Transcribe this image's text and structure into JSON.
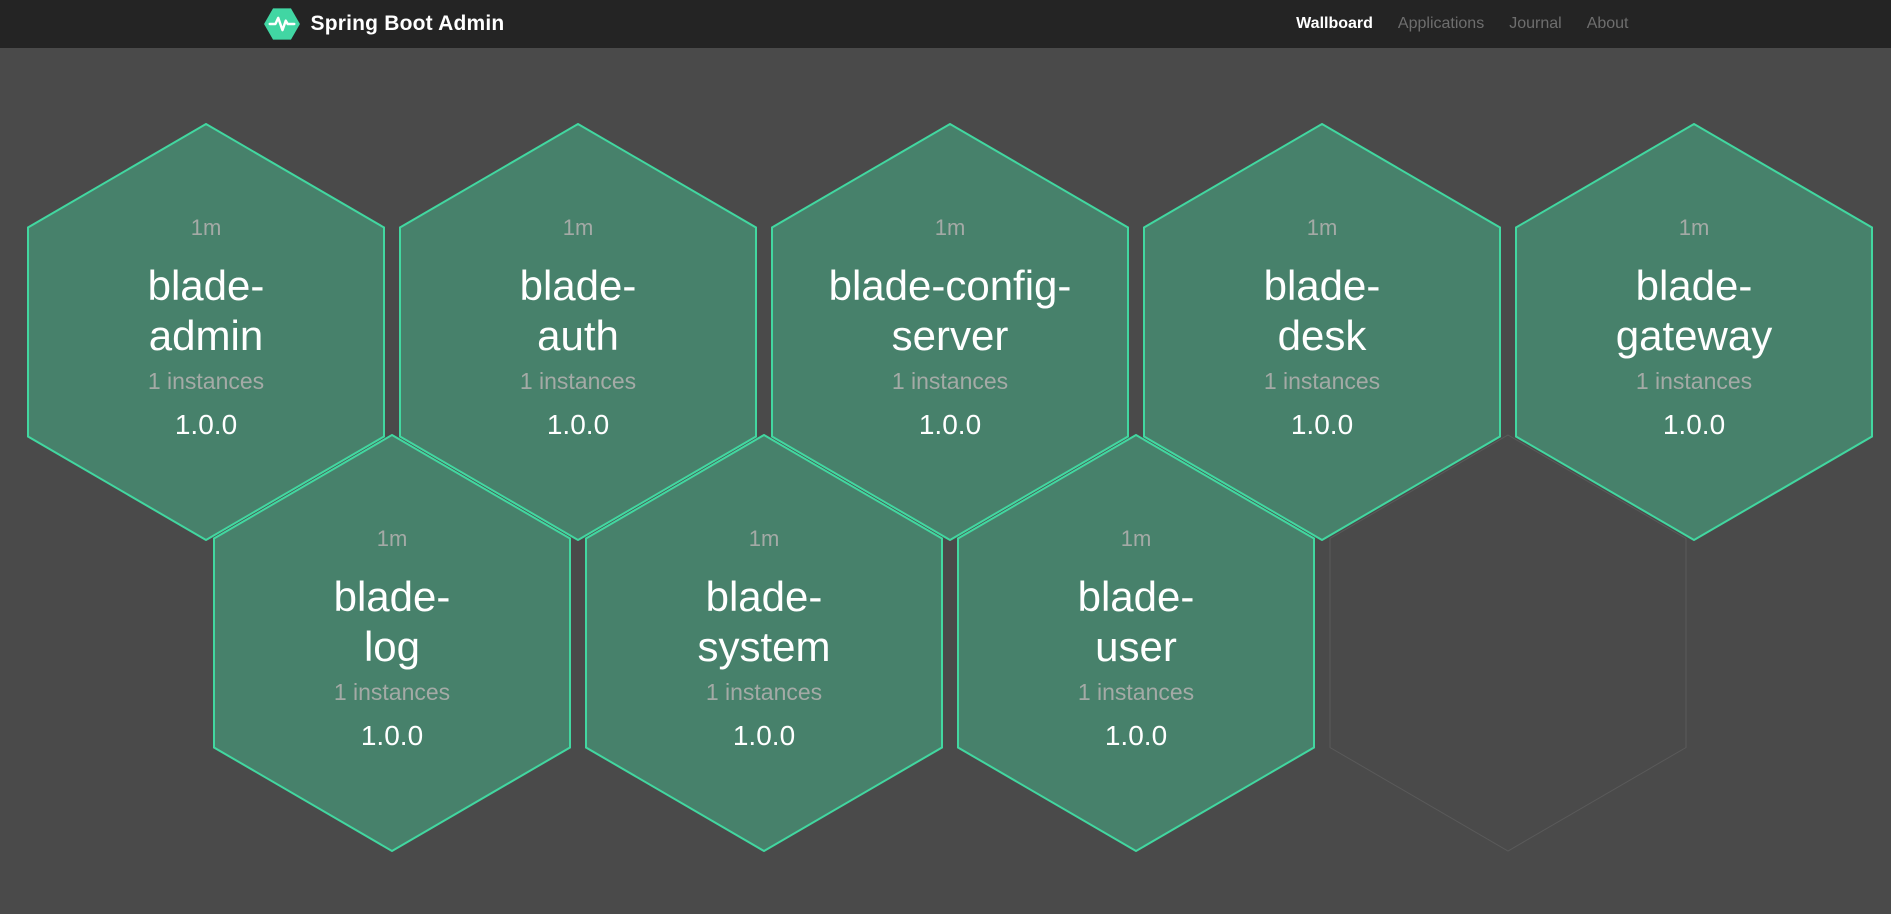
{
  "theme": {
    "page_bg": "#4a4a4a",
    "navbar_bg": "#242424",
    "brand_teal": "#41d6a3",
    "hex_fill": "#47816b",
    "hex_border": "#42d7a0",
    "ghost_border": "#5a5a5a",
    "muted_text": "#a4aaa6",
    "inactive_link": "#6e6e6e"
  },
  "navbar": {
    "title": "Spring Boot Admin",
    "logo_icon": "pulse-hexagon-icon",
    "items": [
      {
        "label": "Wallboard",
        "active": true
      },
      {
        "label": "Applications",
        "active": false
      },
      {
        "label": "Journal",
        "active": false
      },
      {
        "label": "About",
        "active": false
      }
    ]
  },
  "wallboard": {
    "tiles": [
      {
        "uptime": "1m",
        "name": "blade-admin",
        "name_lines": [
          "blade-",
          "admin"
        ],
        "instances": "1 instances",
        "version": "1.0.0"
      },
      {
        "uptime": "1m",
        "name": "blade-auth",
        "name_lines": [
          "blade-",
          "auth"
        ],
        "instances": "1 instances",
        "version": "1.0.0"
      },
      {
        "uptime": "1m",
        "name": "blade-config-server",
        "name_lines": [
          "blade-config-",
          "server"
        ],
        "instances": "1 instances",
        "version": "1.0.0"
      },
      {
        "uptime": "1m",
        "name": "blade-desk",
        "name_lines": [
          "blade-",
          "desk"
        ],
        "instances": "1 instances",
        "version": "1.0.0"
      },
      {
        "uptime": "1m",
        "name": "blade-gateway",
        "name_lines": [
          "blade-",
          "gateway"
        ],
        "instances": "1 instances",
        "version": "1.0.0"
      },
      {
        "uptime": "1m",
        "name": "blade-log",
        "name_lines": [
          "blade-",
          "log"
        ],
        "instances": "1 instances",
        "version": "1.0.0"
      },
      {
        "uptime": "1m",
        "name": "blade-system",
        "name_lines": [
          "blade-",
          "system"
        ],
        "instances": "1 instances",
        "version": "1.0.0"
      },
      {
        "uptime": "1m",
        "name": "blade-user",
        "name_lines": [
          "blade-",
          "user"
        ],
        "instances": "1 instances",
        "version": "1.0.0"
      }
    ]
  }
}
